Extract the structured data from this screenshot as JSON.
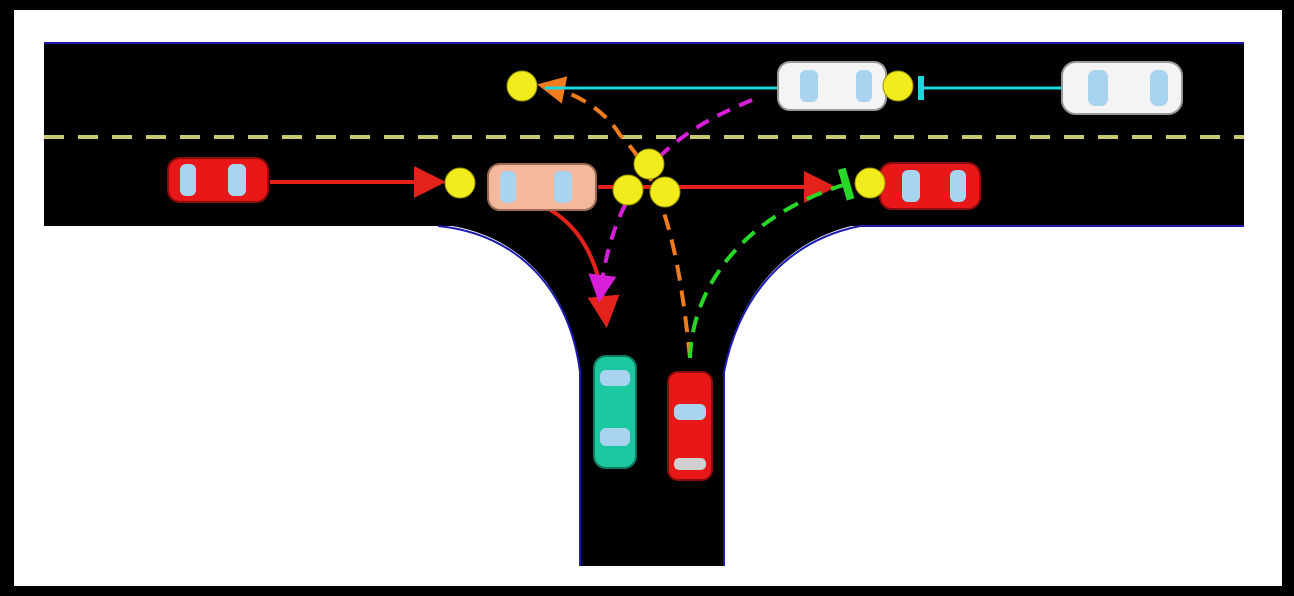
{
  "colors": {
    "frame": "#000000",
    "background": "#ffffff",
    "road": "#000000",
    "road_edge": "#1a1ab0",
    "center_line": "#c8c870",
    "conflict_point": "#f2ec1c",
    "path_red": "#e3231b",
    "path_orange": "#ef7c1e",
    "path_magenta": "#d81ed8",
    "path_green": "#28d828",
    "path_cyan": "#18d8e0",
    "car_red": "#e81818",
    "car_white": "#f4f4f4",
    "car_peach": "#f4b89c",
    "car_teal": "#1cc8a0",
    "windshield": "#a8d4f0"
  },
  "vehicles": [
    {
      "id": "red-car-left-approach",
      "color_key": "car_red",
      "orientation": "east"
    },
    {
      "id": "peach-car-intersection",
      "color_key": "car_peach",
      "orientation": "east"
    },
    {
      "id": "red-car-right-exit",
      "color_key": "car_red",
      "orientation": "west"
    },
    {
      "id": "white-car-upper",
      "color_key": "car_white",
      "orientation": "west"
    },
    {
      "id": "white-car-far-right",
      "color_key": "car_white",
      "orientation": "west"
    },
    {
      "id": "teal-car-stem",
      "color_key": "car_teal",
      "orientation": "south"
    },
    {
      "id": "red-car-stem",
      "color_key": "car_red",
      "orientation": "north"
    }
  ],
  "movements": [
    {
      "id": "eastbound-through",
      "color_key": "path_red",
      "style": "solid"
    },
    {
      "id": "eastbound-right-turn",
      "color_key": "path_red",
      "style": "solid"
    },
    {
      "id": "minor-left-turn",
      "color_key": "path_orange",
      "style": "dashed"
    },
    {
      "id": "westbound-left-turn",
      "color_key": "path_magenta",
      "style": "dashed"
    },
    {
      "id": "minor-right-turn",
      "color_key": "path_green",
      "style": "dashed"
    },
    {
      "id": "westbound-through",
      "color_key": "path_cyan",
      "style": "solid"
    }
  ],
  "conflict_points": 7
}
